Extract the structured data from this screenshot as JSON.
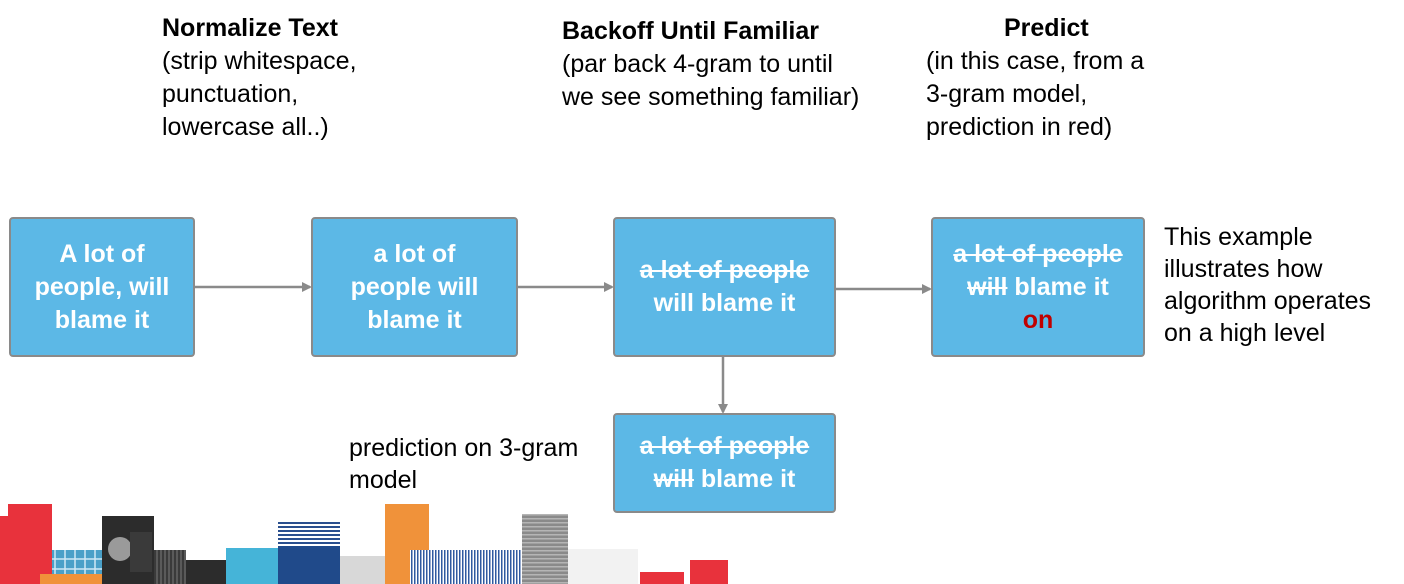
{
  "steps": {
    "normalize": {
      "title": "Normalize Text",
      "lines": [
        "(strip whitespace,",
        "punctuation,",
        "lowercase all..)"
      ]
    },
    "backoff": {
      "title": "Backoff Until Familiar",
      "lines": [
        "(par back 4-gram to until",
        "we see something familiar)"
      ]
    },
    "predict": {
      "title": "Predict",
      "lines": [
        "(in this case, from a",
        "3-gram model,",
        "prediction in red)"
      ]
    }
  },
  "boxes": {
    "original": {
      "lines": [
        "A lot of",
        "people, will",
        "blame it"
      ]
    },
    "normalized": {
      "lines": [
        "a lot of",
        "people will",
        "blame it"
      ]
    },
    "backoff": {
      "struck": "a lot of people",
      "rest": "will blame it"
    },
    "prediction": {
      "struck1": "a lot of people",
      "struck2": "will",
      "rest": " blame it",
      "predicted_word": "on"
    },
    "trigram": {
      "struck1": "a lot of people",
      "struck2": "will",
      "rest": " blame it"
    }
  },
  "annotations": {
    "example_note": [
      "This example",
      "illustrates how",
      "algorithm operates",
      "on a high level"
    ],
    "trigram_note": [
      "prediction on 3-gram",
      "model"
    ]
  },
  "colors": {
    "box_fill": "#5cb8e6",
    "box_border": "#8a8a8a",
    "prediction": "#c00000",
    "arrow": "#8a8a8a"
  }
}
